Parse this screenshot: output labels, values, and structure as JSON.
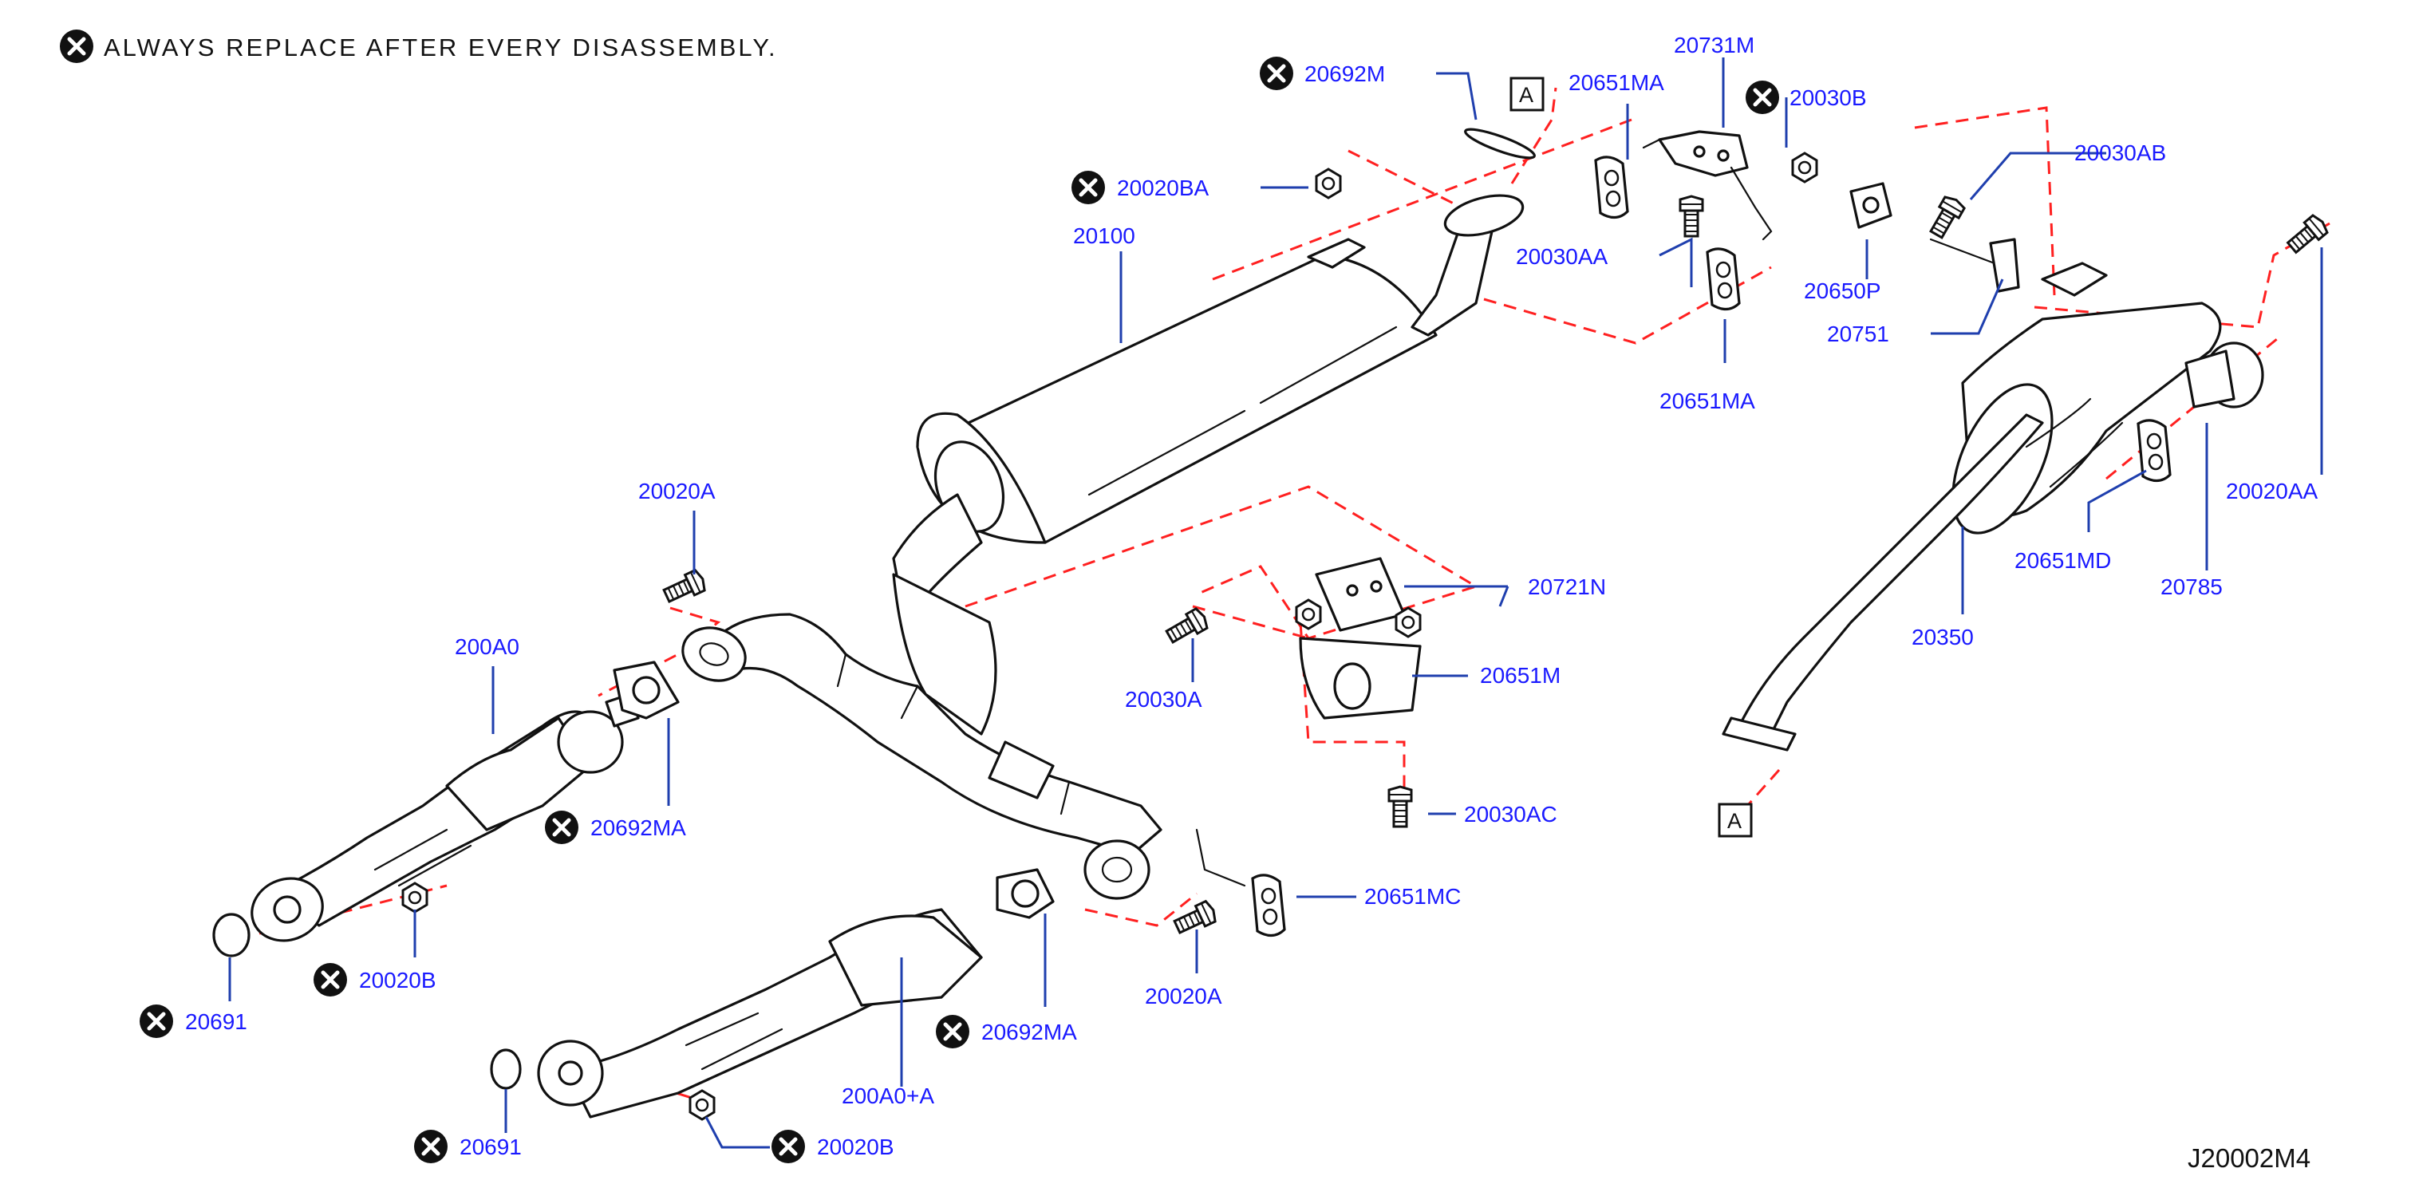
{
  "note": {
    "text": "ALWAYS REPLACE AFTER EVERY DISASSEMBLY."
  },
  "diagram_code": "J20002M4",
  "ref_marker": "A",
  "colors": {
    "label": "#1a1aff",
    "leader": "#1f3fae",
    "dashed_line": "#ff2020",
    "outline": "#111111"
  },
  "labels": {
    "p20692M": "20692M",
    "p20731M": "20731M",
    "p20651MA_top": "20651MA",
    "p20030B": "20030B",
    "p20030AB": "20030AB",
    "p20020BA": "20020BA",
    "p20100": "20100",
    "p20030AA": "20030AA",
    "p20650P": "20650P",
    "p20751": "20751",
    "p20651MA_bottom": "20651MA",
    "p20020AA": "20020AA",
    "p20651MD": "20651MD",
    "p20785": "20785",
    "p20350": "20350",
    "p20020A_top": "20020A",
    "p200A0": "200A0",
    "p20721N": "20721N",
    "p20651M": "20651M",
    "p20030A": "20030A",
    "p20692MA_left": "20692MA",
    "p20030AC": "20030AC",
    "p20651MC": "20651MC",
    "p20020B_left": "20020B",
    "p20020A_bottom": "20020A",
    "p20691_left": "20691",
    "p20692MA_right": "20692MA",
    "p200A0A": "200A0+A",
    "p20691_right": "20691",
    "p20020B_right": "20020B"
  }
}
